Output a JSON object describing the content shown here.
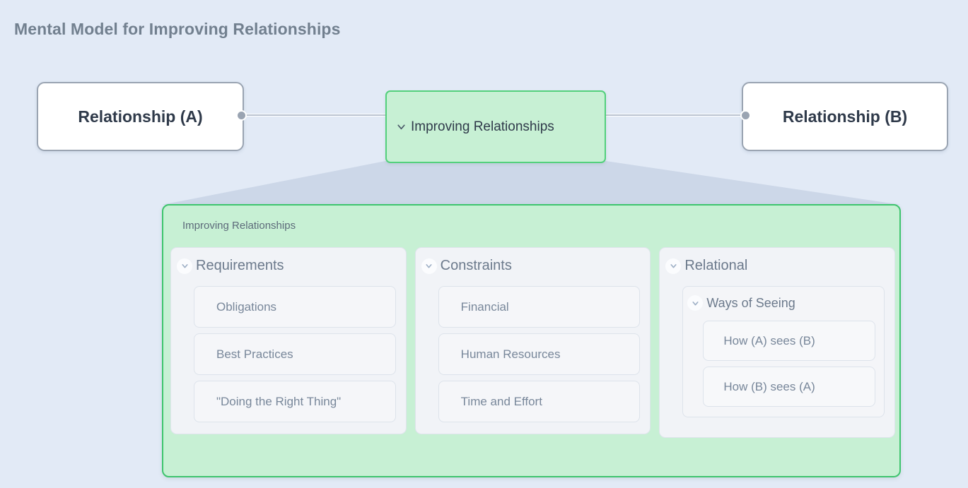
{
  "page": {
    "title": "Mental Model for Improving Relationships",
    "background_color": "#e2eaf6"
  },
  "colors": {
    "accent_green_fill": "#c7f0d4",
    "accent_green_border": "#3ec46e",
    "node_border": "#9aa4b2",
    "edge": "#b9c2d0",
    "title_text": "#72808f",
    "group_text": "#6c7a8c",
    "leaf_text": "#78879a"
  },
  "graph": {
    "nodes": [
      {
        "id": "relationship-a",
        "label": "Relationship (A)",
        "style": "plain"
      },
      {
        "id": "improving-relationships",
        "label": "Improving Relationships",
        "style": "expanded",
        "icon": "chevron-down-icon",
        "expanded": true
      },
      {
        "id": "relationship-b",
        "label": "Relationship (B)",
        "style": "plain"
      }
    ],
    "edges": [
      {
        "from": "relationship-a",
        "to": "improving-relationships"
      },
      {
        "from": "improving-relationships",
        "to": "relationship-b"
      }
    ]
  },
  "detail_panel": {
    "title": "Improving Relationships",
    "columns": [
      {
        "id": "requirements",
        "label": "Requirements",
        "icon": "chevron-down-icon",
        "expanded": true,
        "items": [
          {
            "label": "Obligations"
          },
          {
            "label": "Best Practices"
          },
          {
            "label": "\"Doing the Right Thing\""
          }
        ]
      },
      {
        "id": "constraints",
        "label": "Constraints",
        "icon": "chevron-down-icon",
        "expanded": true,
        "items": [
          {
            "label": "Financial"
          },
          {
            "label": "Human Resources"
          },
          {
            "label": "Time and Effort"
          }
        ]
      },
      {
        "id": "relational",
        "label": "Relational",
        "icon": "chevron-down-icon",
        "expanded": true,
        "subgroup": {
          "id": "ways-of-seeing",
          "label": "Ways of Seeing",
          "icon": "chevron-down-icon",
          "expanded": true,
          "items": [
            {
              "label": "How (A) sees (B)"
            },
            {
              "label": "How (B) sees (A)"
            }
          ]
        }
      }
    ]
  }
}
